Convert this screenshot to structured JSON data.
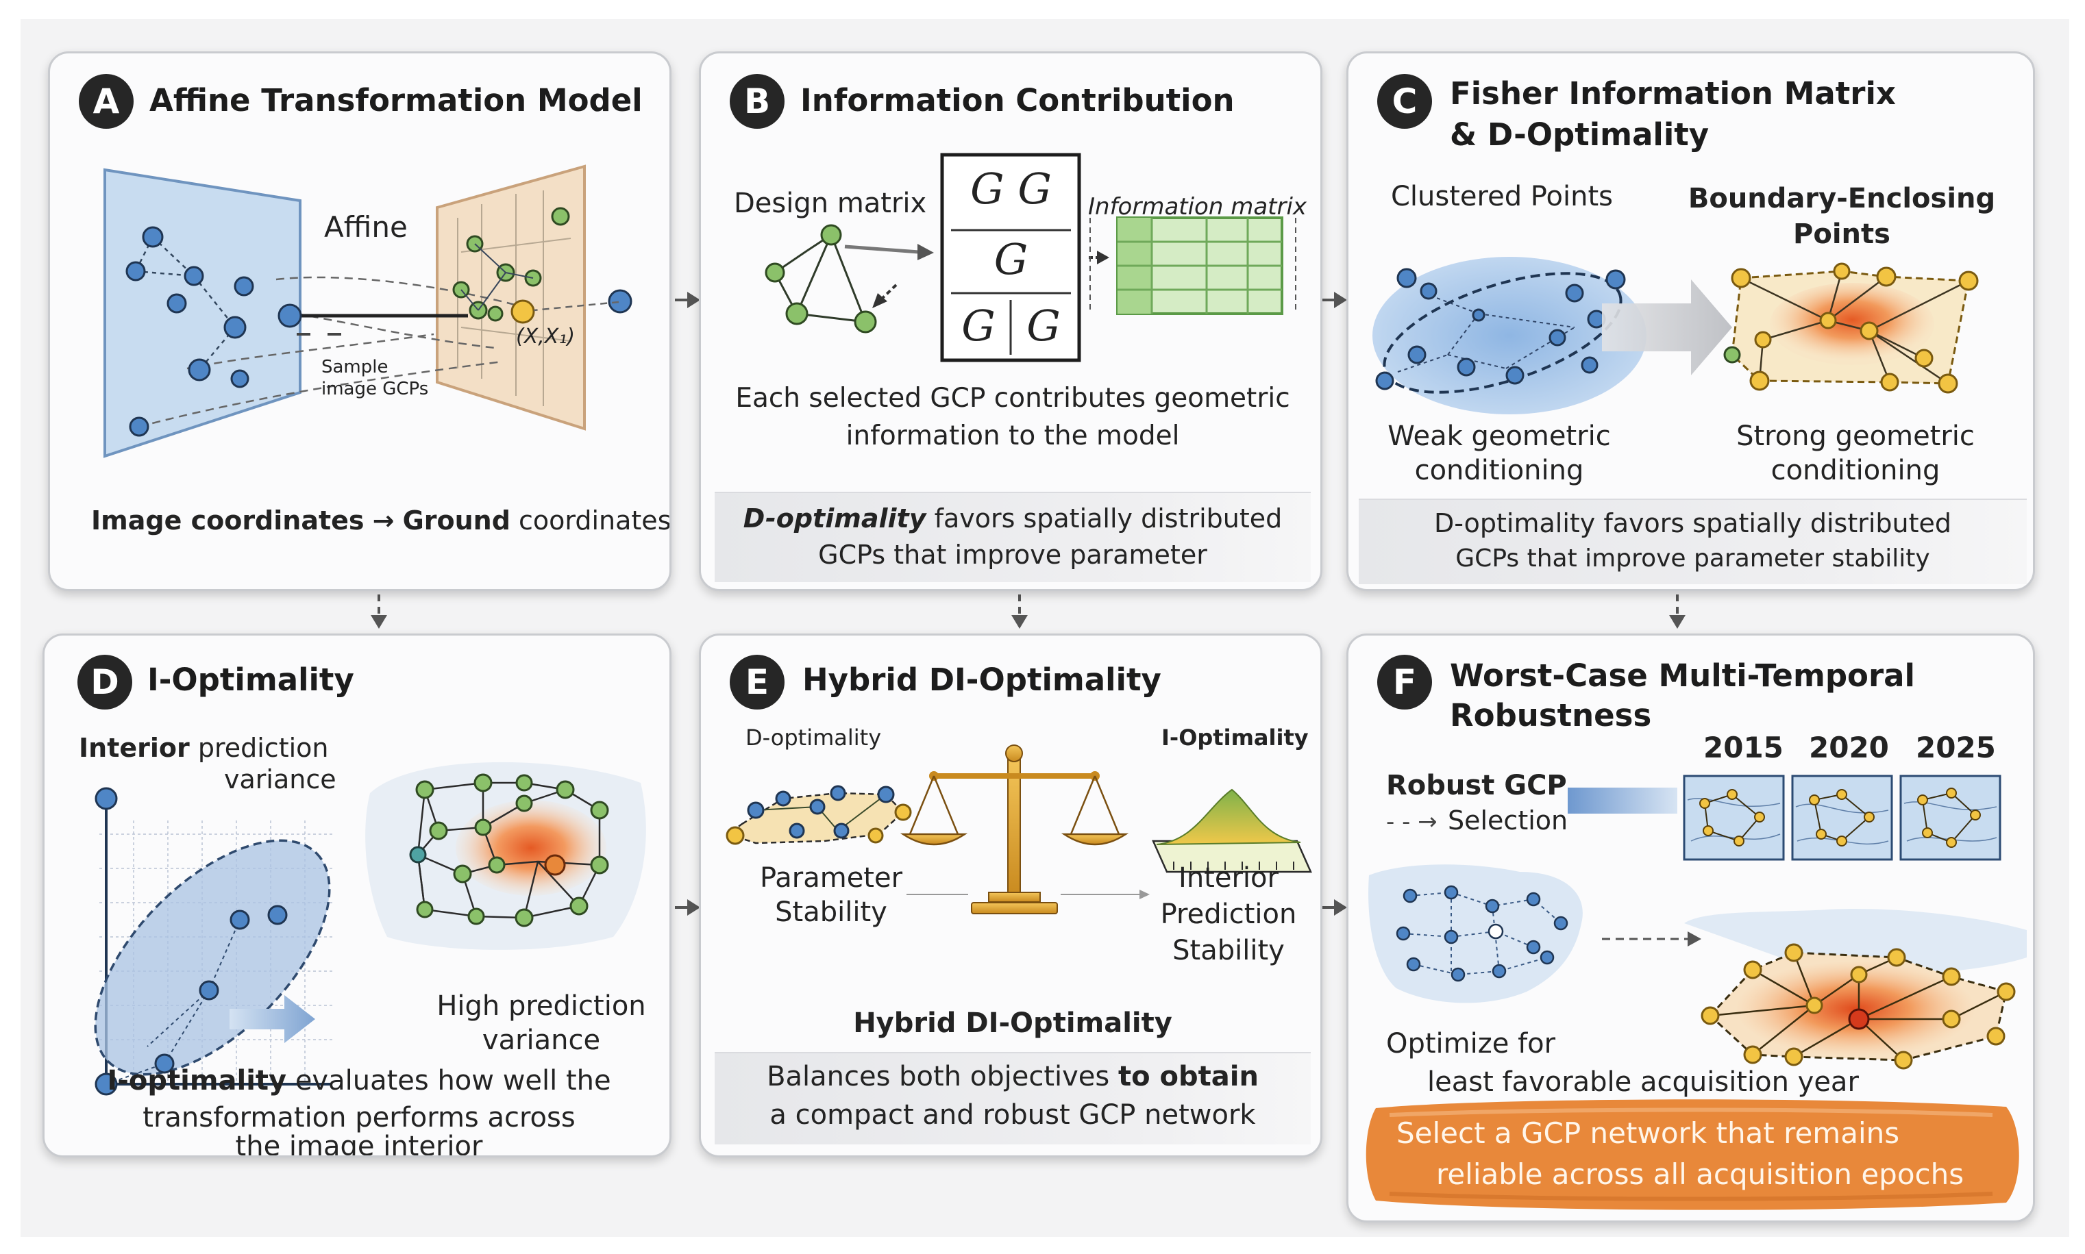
{
  "colors": {
    "panel_border": "#c9cbcf",
    "blue_point": "#4f86c6",
    "green_point": "#8bc16a",
    "yellow_point": "#f2c443",
    "heat_orange": "#e86a2c",
    "banner_orange": "#e8883a"
  },
  "panels": {
    "a": {
      "badge": "A",
      "title": "Affine Transformation Model",
      "affine_label": "Affine",
      "coord_label": "(X,X₁)",
      "sample_line1": "Sample",
      "sample_line2": "image GCPs",
      "caption_image": "Image coordinates",
      "caption_arrow": "→",
      "caption_ground": "Ground",
      "caption_coords": "coordinates"
    },
    "b": {
      "badge": "B",
      "title": "Information Contribution",
      "design_label": "Design matrix",
      "matrix_top": "G G",
      "matrix_mid": "G",
      "matrix_bot_left": "G",
      "matrix_bot_right": "G",
      "info_label": "Information matrix",
      "desc_line1": "Each selected GCP contributes geometric",
      "desc_line2": "information to the model",
      "band_bold": "D-optimality",
      "band_rest": " favors spatially distributed",
      "band_line2": "GCPs that improve parameter"
    },
    "c": {
      "badge": "C",
      "title_line1": "Fisher Information Matrix",
      "title_line2": "& D-Optimality",
      "clustered": "Clustered Points",
      "boundary_line1": "Boundary-Enclosing",
      "boundary_line2": "Points",
      "weak_line1": "Weak geometric",
      "weak_line2": "conditioning",
      "strong_line1": "Strong geometric",
      "strong_line2": "conditioning",
      "band_line1": "D-optimality favors spatially distributed",
      "band_line2": "GCPs that improve parameter stability"
    },
    "d": {
      "badge": "D",
      "title": "I-Optimality",
      "interior_bold": "Interior",
      "interior_rest": " prediction",
      "interior_line2": "variance",
      "high_line1": "High prediction",
      "high_line2": "variance",
      "desc_bold": "I-optimality",
      "desc_rest": " evaluates how well the",
      "desc_line2": "transformation performs across",
      "desc_line3": "the image interior"
    },
    "e": {
      "badge": "E",
      "title": "Hybrid DI-Optimality",
      "d_label": "D-optimality",
      "i_label": "I-Optimality",
      "param_line1": "Parameter",
      "param_line2": "Stability",
      "interior_line1": "Interior",
      "interior_line2": "Prediction",
      "interior_line3": "Stability",
      "hybrid_caption": "Hybrid DI-Optimality",
      "band_pre": "Balances both objectives ",
      "band_bold": "to obtain",
      "band_line2": "a compact and robust GCP network"
    },
    "f": {
      "badge": "F",
      "title_line1": "Worst-Case Multi-Temporal",
      "title_line2": "Robustness",
      "year1": "2015",
      "year2": "2020",
      "year3": "2025",
      "robust_line1": "Robust GCP",
      "robust_line2": "Selection",
      "robust_arrow": "- - →",
      "optimize_line1": "Optimize for",
      "optimize_line2": "least favorable acquisition year",
      "banner_line1": "Select a GCP network that remains",
      "banner_line2": "reliable across all acquisition epochs"
    }
  }
}
